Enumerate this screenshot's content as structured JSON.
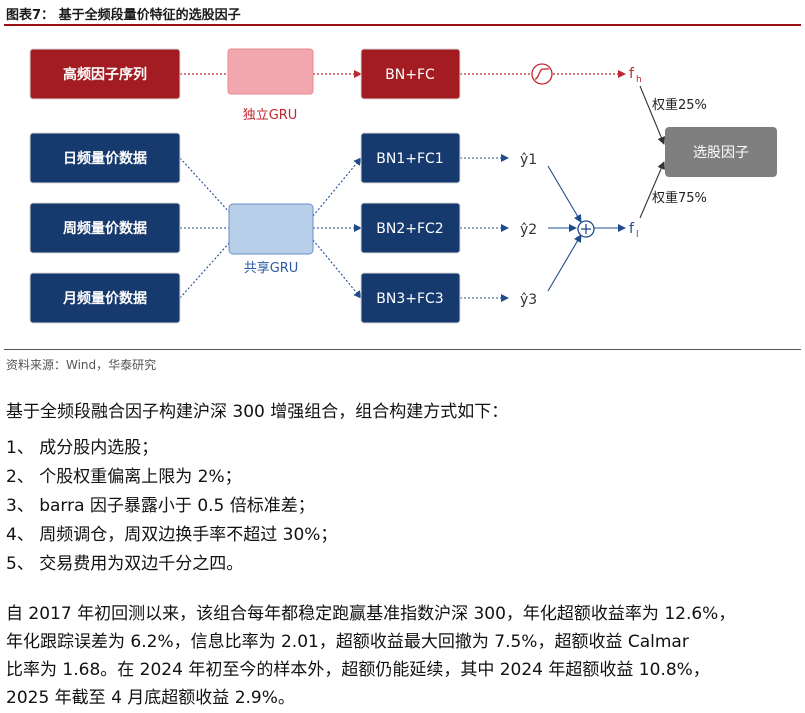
{
  "figure": {
    "title": "图表7：  基于全频段量价特征的选股因子",
    "source": "资料来源：Wind，华泰研究"
  },
  "diagram": {
    "high_freq_box": "高频因子序列",
    "independent_gru": "独立GRU",
    "bn_fc_top": "BN+FC",
    "daily_box": "日频量价数据",
    "weekly_box": "周频量价数据",
    "monthly_box": "月频量价数据",
    "shared_gru": "共享GRU",
    "bn1_fc1": "BN1+FC1",
    "bn2_fc2": "BN2+FC2",
    "bn3_fc3": "BN3+FC3",
    "y1": "ŷ1",
    "y2": "ŷ2",
    "y3": "ŷ3",
    "fh": "fh",
    "fl": "fl",
    "weight_top": "权重25%",
    "weight_bottom": "权重75%",
    "select_factor": "选股因子",
    "colors": {
      "red_box": "#a21c22",
      "navy_box": "#173a6e",
      "gray_box": "#7f7f7f",
      "pink_gru": "#f1a7ad",
      "blue_gru": "#b8cfe9",
      "red_text": "#c0262d",
      "blue_text": "#2c5aa0"
    }
  },
  "body": {
    "intro": "基于全频段融合因子构建沪深 300 增强组合，组合构建方式如下：",
    "items": [
      "1、 成分股内选股；",
      "2、 个股权重偏离上限为 2%；",
      "3、 barra 因子暴露小于 0.5 倍标准差；",
      "4、 周频调仓，周双边换手率不超过 30%；",
      "5、 交易费用为双边千分之四。"
    ],
    "summary_lines": [
      "自 2017 年初回测以来，该组合每年都稳定跑赢基准指数沪深 300，年化超额收益率为 12.6%，",
      "年化跟踪误差为 6.2%，信息比率为 2.01，超额收益最大回撤为 7.5%，超额收益 Calmar",
      "比率为 1.68。在 2024 年初至今的样本外，超额仍能延续，其中 2024 年超额收益 10.8%，",
      "2025 年截至 4 月底超额收益 2.9%。"
    ]
  }
}
